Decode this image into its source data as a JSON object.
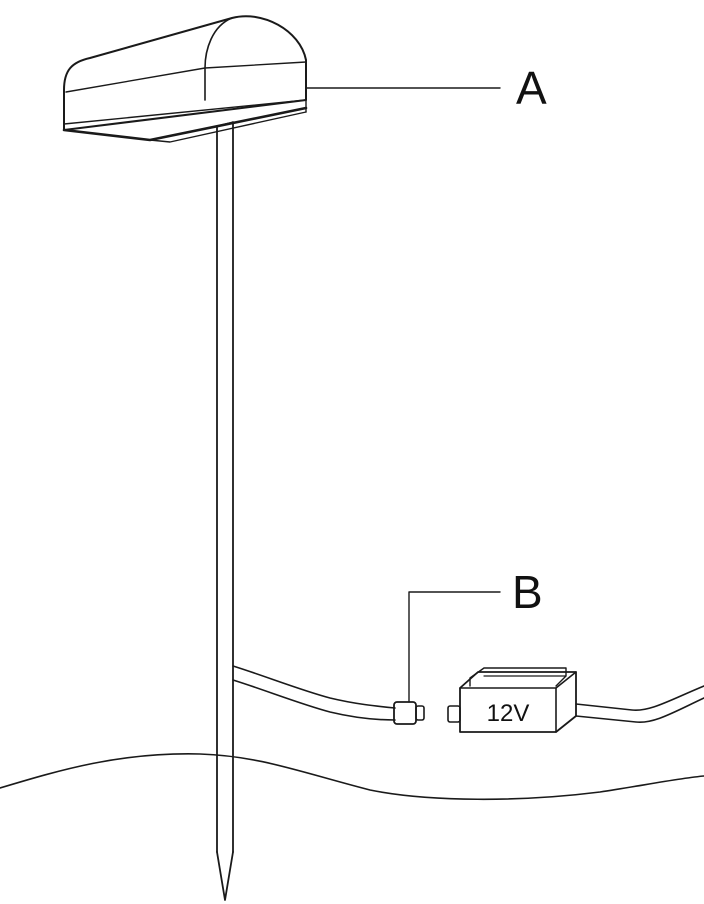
{
  "callouts": {
    "a": "A",
    "b": "B"
  },
  "transformer": {
    "voltage_label": "12V"
  }
}
